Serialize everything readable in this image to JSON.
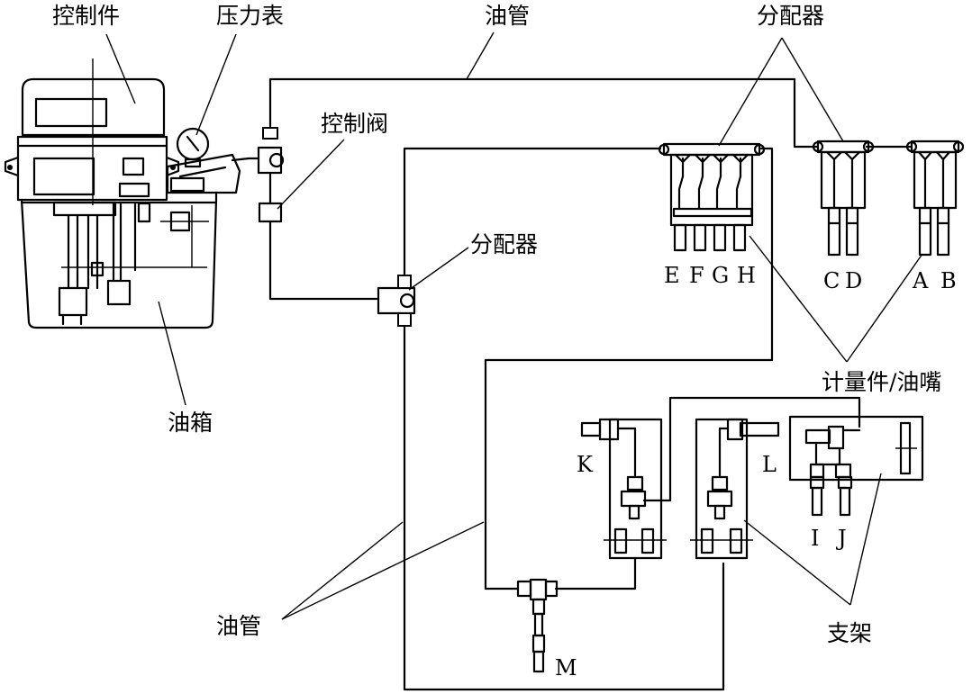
{
  "labels": {
    "control_part": "控制件",
    "pressure_gauge": "压力表",
    "oil_pipe_top": "油管",
    "distributor_top": "分配器",
    "control_valve": "控制阀",
    "distributor_mid": "分配器",
    "oil_tank": "油箱",
    "meter_nozzle": "计量件/油嘴",
    "oil_pipe_bottom": "油管",
    "bracket": "支架"
  },
  "points": {
    "E": "E",
    "F": "F",
    "G": "G",
    "H": "H",
    "C": "C",
    "D": "D",
    "A": "A",
    "B": "B",
    "K": "K",
    "L": "L",
    "I": "I",
    "J": "J",
    "M": "M"
  }
}
